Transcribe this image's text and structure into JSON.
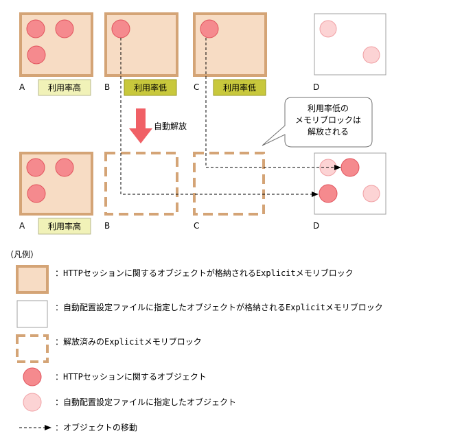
{
  "colors": {
    "block_border": "#d4a476",
    "block_fill": "#f7dcc4",
    "plain_border": "#a0a0a0",
    "circle_strong_fill": "#f58a8e",
    "circle_strong_stroke": "#e0505a",
    "circle_weak_fill": "#fcd3d4",
    "circle_weak_stroke": "#f0a0a4",
    "label_high_fill": "#f1f2b8",
    "label_low_fill": "#c8c83c",
    "arrow_fill": "#f06066"
  },
  "top_row": {
    "blocks": [
      {
        "letter": "A",
        "label": "利用率高"
      },
      {
        "letter": "B",
        "label": "利用率低"
      },
      {
        "letter": "C",
        "label": "利用率低"
      },
      {
        "letter": "D"
      }
    ]
  },
  "action": {
    "label": "自動解放"
  },
  "callout": {
    "lines": [
      "利用率低の",
      "メモリブロックは",
      "解放される"
    ]
  },
  "bottom_row": {
    "blocks": [
      {
        "letter": "A",
        "label": "利用率高"
      },
      {
        "letter": "B"
      },
      {
        "letter": "C"
      },
      {
        "letter": "D"
      }
    ]
  },
  "legend": {
    "title": "（凡例）",
    "items": [
      {
        "icon": "session-block-icon",
        "text": "：HTTPセッションに関するオブジェクトが格納されるExplicitメモリブロック"
      },
      {
        "icon": "auto-block-icon",
        "text": "：自動配置設定ファイルに指定したオブジェクトが格納されるExplicitメモリブロック"
      },
      {
        "icon": "released-block-icon",
        "text": "：解放済みのExplicitメモリブロック"
      },
      {
        "icon": "session-object-icon",
        "text": "：HTTPセッションに関するオブジェクト"
      },
      {
        "icon": "auto-object-icon",
        "text": "：自動配置設定ファイルに指定したオブジェクト"
      },
      {
        "icon": "move-arrow-icon",
        "text": "：オブジェクトの移動"
      }
    ]
  }
}
